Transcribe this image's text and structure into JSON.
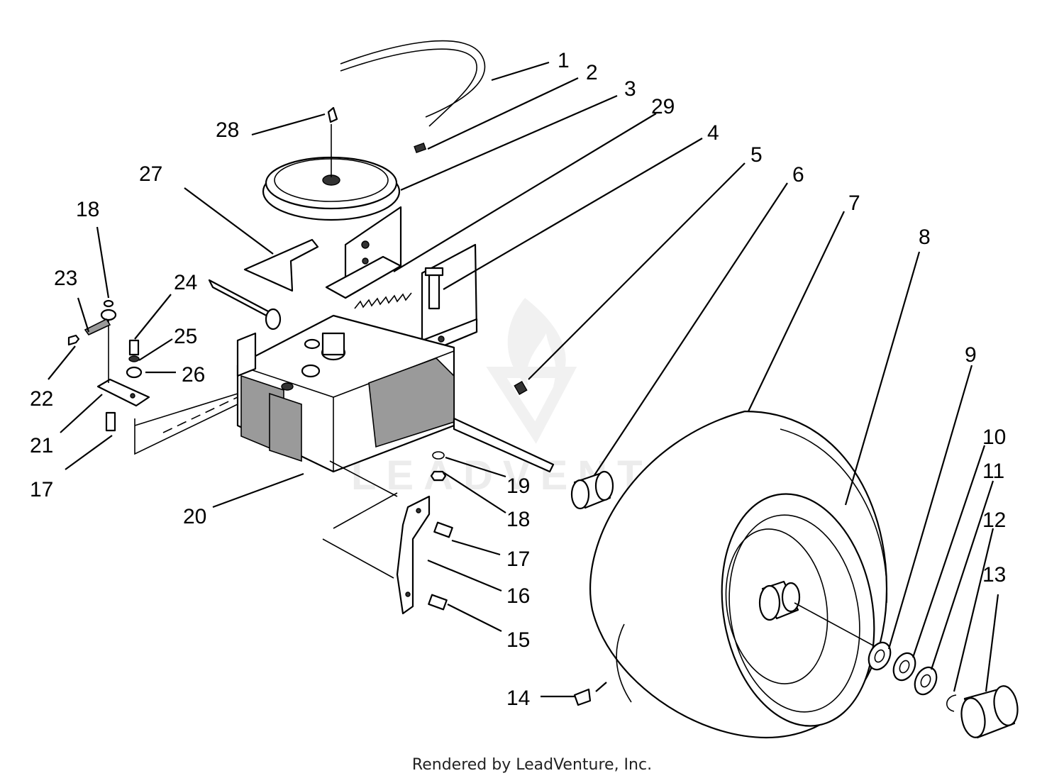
{
  "watermark": "LEADVENTURE",
  "footer": "Rendered by LeadVenture, Inc.",
  "callouts": [
    "1",
    "2",
    "3",
    "29",
    "4",
    "5",
    "6",
    "7",
    "8",
    "9",
    "10",
    "11",
    "12",
    "13",
    "14",
    "15",
    "16",
    "17",
    "18",
    "19",
    "20",
    "21",
    "22",
    "23",
    "24",
    "25",
    "26",
    "27",
    "28",
    "18",
    "17"
  ]
}
